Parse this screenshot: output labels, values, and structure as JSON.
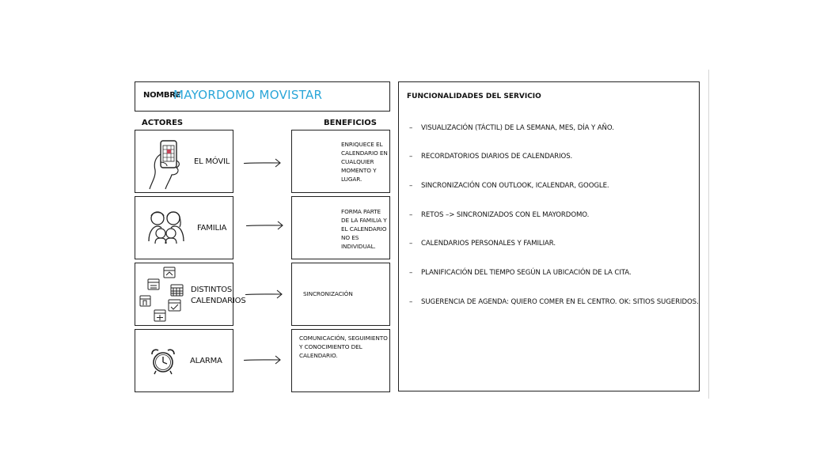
{
  "name": {
    "label": "Nombre",
    "value": "Mayordomo Movistar"
  },
  "actors_title": "Actores",
  "benefits_title": "Beneficios",
  "rows": [
    {
      "actor": "El móvil",
      "actor_icon": "phone-hand-icon",
      "benefit": "Enriquece el calendario en cualquier momento y lugar."
    },
    {
      "actor": "Familia",
      "actor_icon": "family-icon",
      "benefit": "Forma parte de la familia y el calendario no es individual."
    },
    {
      "actor": "Distintos calendarios",
      "actor_icon": "calendars-icon",
      "benefit": "Sincronización"
    },
    {
      "actor": "Alarma",
      "actor_icon": "alarm-clock-icon",
      "benefit": "Comunicación, seguimiento y conocimiento del calendario."
    }
  ],
  "functions": {
    "title": "Funcionalidades del servicio",
    "items": [
      "Visualización (táctil) de la semana, mes, día y año.",
      "Recordatorios diarios de calendarios.",
      "Sincronización con Outlook, iCalendar, Google.",
      "Retos –> sincronizados con el mayordomo.",
      "Calendarios personales y familiar.",
      "Planificación del tiempo según la ubicación de la cita.",
      "Sugerencia de agenda: quiero comer en el centro. ok: sitios sugeridos."
    ]
  }
}
